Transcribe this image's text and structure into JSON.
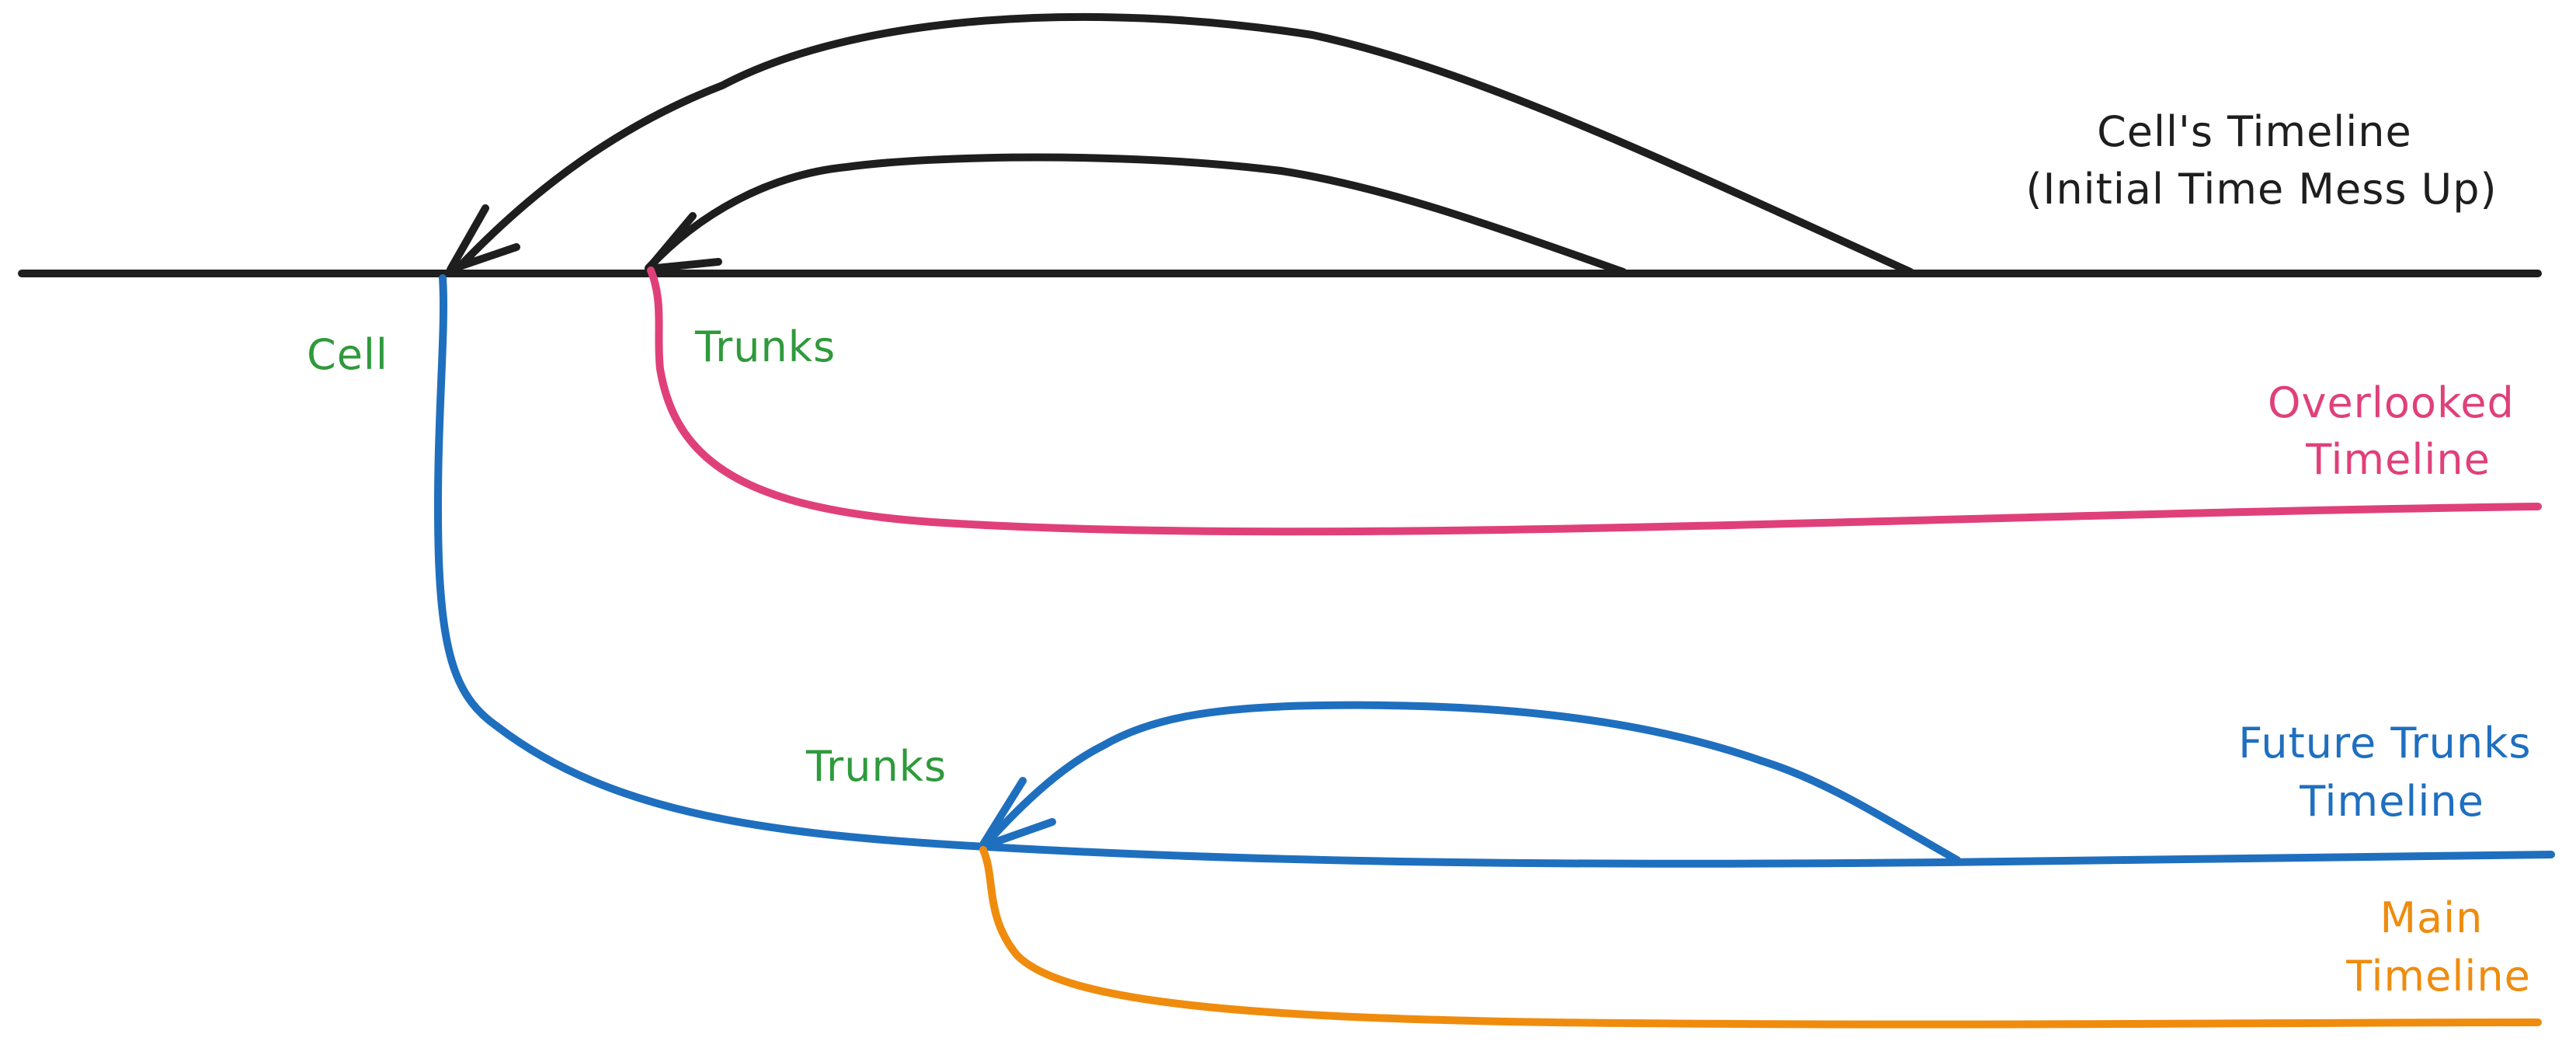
{
  "colors": {
    "black": "#1e1e1e",
    "pink": "#e0407a",
    "blue": "#1f6fbf",
    "orange": "#ef8c0e",
    "green": "#2f9a3c"
  },
  "labels": {
    "cells_timeline": [
      "Cell's Timeline",
      "(Initial Time Mess Up)"
    ],
    "cell": "Cell",
    "trunks_top": "Trunks",
    "overlooked_timeline": [
      "Overlooked",
      "Timeline"
    ],
    "trunks_bottom": "Trunks",
    "future_trunks_timeline": [
      "Future Trunks",
      "Timeline"
    ],
    "main_timeline": [
      "Main",
      "Timeline"
    ]
  }
}
